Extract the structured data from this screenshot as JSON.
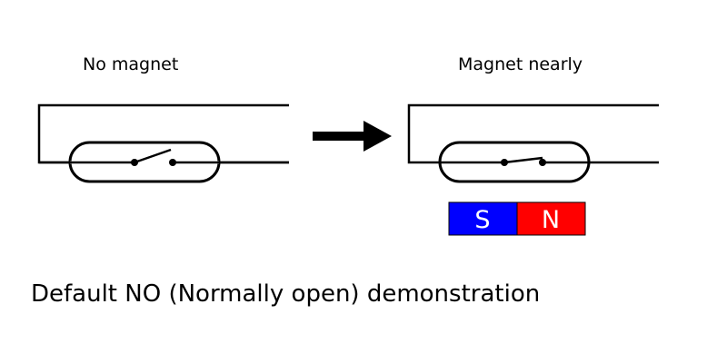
{
  "left_panel": {
    "title": "No magnet"
  },
  "right_panel": {
    "title": "Magnet nearly",
    "magnet": {
      "south_label": "S",
      "north_label": "N",
      "south_color": "#0000ff",
      "north_color": "#ff0000"
    }
  },
  "caption": "Default NO (Normally open) demonstration",
  "colors": {
    "line": "#000000",
    "background": "#ffffff"
  }
}
